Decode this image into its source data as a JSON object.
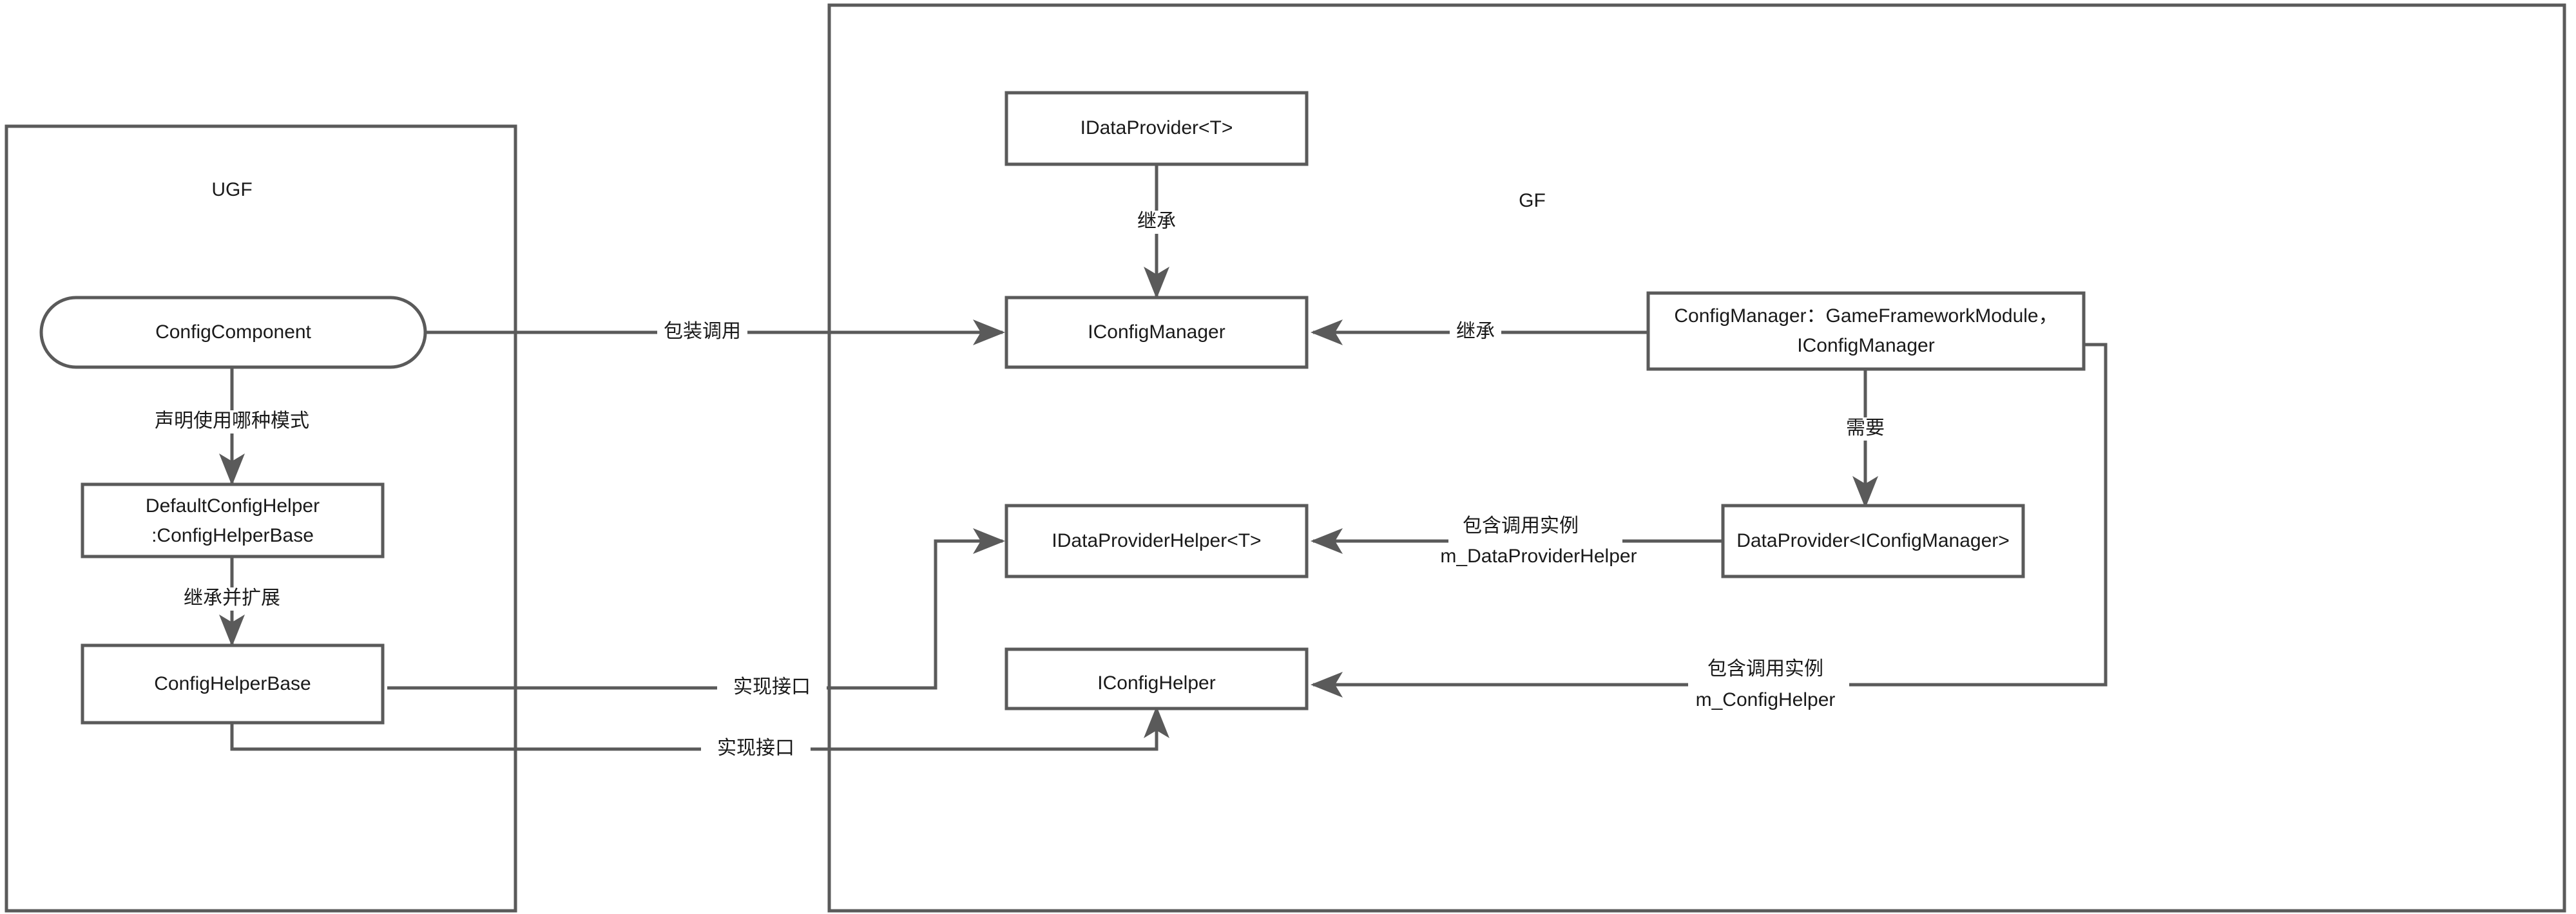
{
  "diagram": {
    "type": "uml-architecture-flow",
    "title_visible": false,
    "colors": {
      "stroke": "#5a5a5a",
      "text": "#1a1a1a",
      "background": "#ffffff"
    },
    "containers": [
      {
        "id": "ugf",
        "label": "UGF"
      },
      {
        "id": "gf",
        "label": "GF"
      }
    ],
    "nodes": [
      {
        "id": "config-component",
        "label": "ConfigComponent",
        "shape": "rounded",
        "container": "ugf"
      },
      {
        "id": "default-config-helper",
        "label_line1": "DefaultConfigHelper",
        "label_line2": ":ConfigHelperBase",
        "shape": "rect",
        "container": "ugf"
      },
      {
        "id": "config-helper-base",
        "label": "ConfigHelperBase",
        "shape": "rect",
        "container": "ugf"
      },
      {
        "id": "idata-provider",
        "label": "IDataProvider<T>",
        "shape": "rect",
        "container": "gf"
      },
      {
        "id": "iconfig-manager",
        "label": "IConfigManager",
        "shape": "rect",
        "container": "gf"
      },
      {
        "id": "config-manager",
        "label_line1": "ConfigManager：GameFrameworkModule，",
        "label_line2": "IConfigManager",
        "shape": "rect",
        "container": "gf"
      },
      {
        "id": "idata-provider-helper",
        "label": "IDataProviderHelper<T>",
        "shape": "rect",
        "container": "gf"
      },
      {
        "id": "data-provider",
        "label": "DataProvider<IConfigManager>",
        "shape": "rect",
        "container": "gf"
      },
      {
        "id": "iconfig-helper",
        "label": "IConfigHelper",
        "shape": "rect",
        "container": "gf"
      }
    ],
    "edges": [
      {
        "id": "e1",
        "from": "config-component",
        "to": "iconfig-manager",
        "label": "包装调用"
      },
      {
        "id": "e2",
        "from": "config-component",
        "to": "default-config-helper",
        "label": "声明使用哪种模式"
      },
      {
        "id": "e3",
        "from": "default-config-helper",
        "to": "config-helper-base",
        "label": "继承并扩展"
      },
      {
        "id": "e4",
        "from": "idata-provider",
        "to": "iconfig-manager",
        "label": "继承"
      },
      {
        "id": "e5",
        "from": "config-manager",
        "to": "iconfig-manager",
        "label": "继承"
      },
      {
        "id": "e6",
        "from": "config-manager",
        "to": "data-provider",
        "label": "需要"
      },
      {
        "id": "e7",
        "from": "data-provider",
        "to": "idata-provider-helper",
        "label_line1": "包含调用实例",
        "label_line2": "m_DataProviderHelper"
      },
      {
        "id": "e8",
        "from": "config-manager",
        "to": "iconfig-helper",
        "label_line1": "包含调用实例",
        "label_line2": "m_ConfigHelper"
      },
      {
        "id": "e9",
        "from": "config-helper-base",
        "to": "idata-provider-helper",
        "label": "实现接口"
      },
      {
        "id": "e10",
        "from": "config-helper-base",
        "to": "iconfig-helper",
        "label": "实现接口"
      }
    ]
  }
}
